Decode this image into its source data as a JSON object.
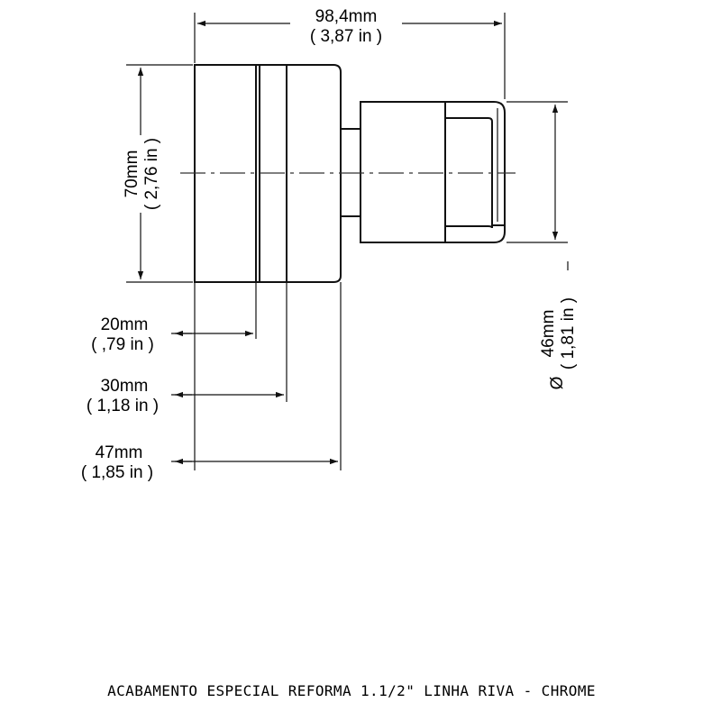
{
  "dimensions": {
    "overall_length": {
      "metric": "98,4mm",
      "imperial": "( 3,87 in )"
    },
    "height": {
      "metric": "70mm",
      "imperial": "( 2,76 in )"
    },
    "diameter": {
      "symbol": "Ø",
      "metric": "46mm",
      "imperial": "( 1,81 in )"
    },
    "depth_20": {
      "metric": "20mm",
      "imperial": "( ,79 in )"
    },
    "depth_30": {
      "metric": "30mm",
      "imperial": "( 1,18 in )"
    },
    "depth_47": {
      "metric": "47mm",
      "imperial": "( 1,85 in )"
    }
  },
  "caption": "ACABAMENTO ESPECIAL REFORMA 1.1/2\" LINHA RIVA - CHROME"
}
